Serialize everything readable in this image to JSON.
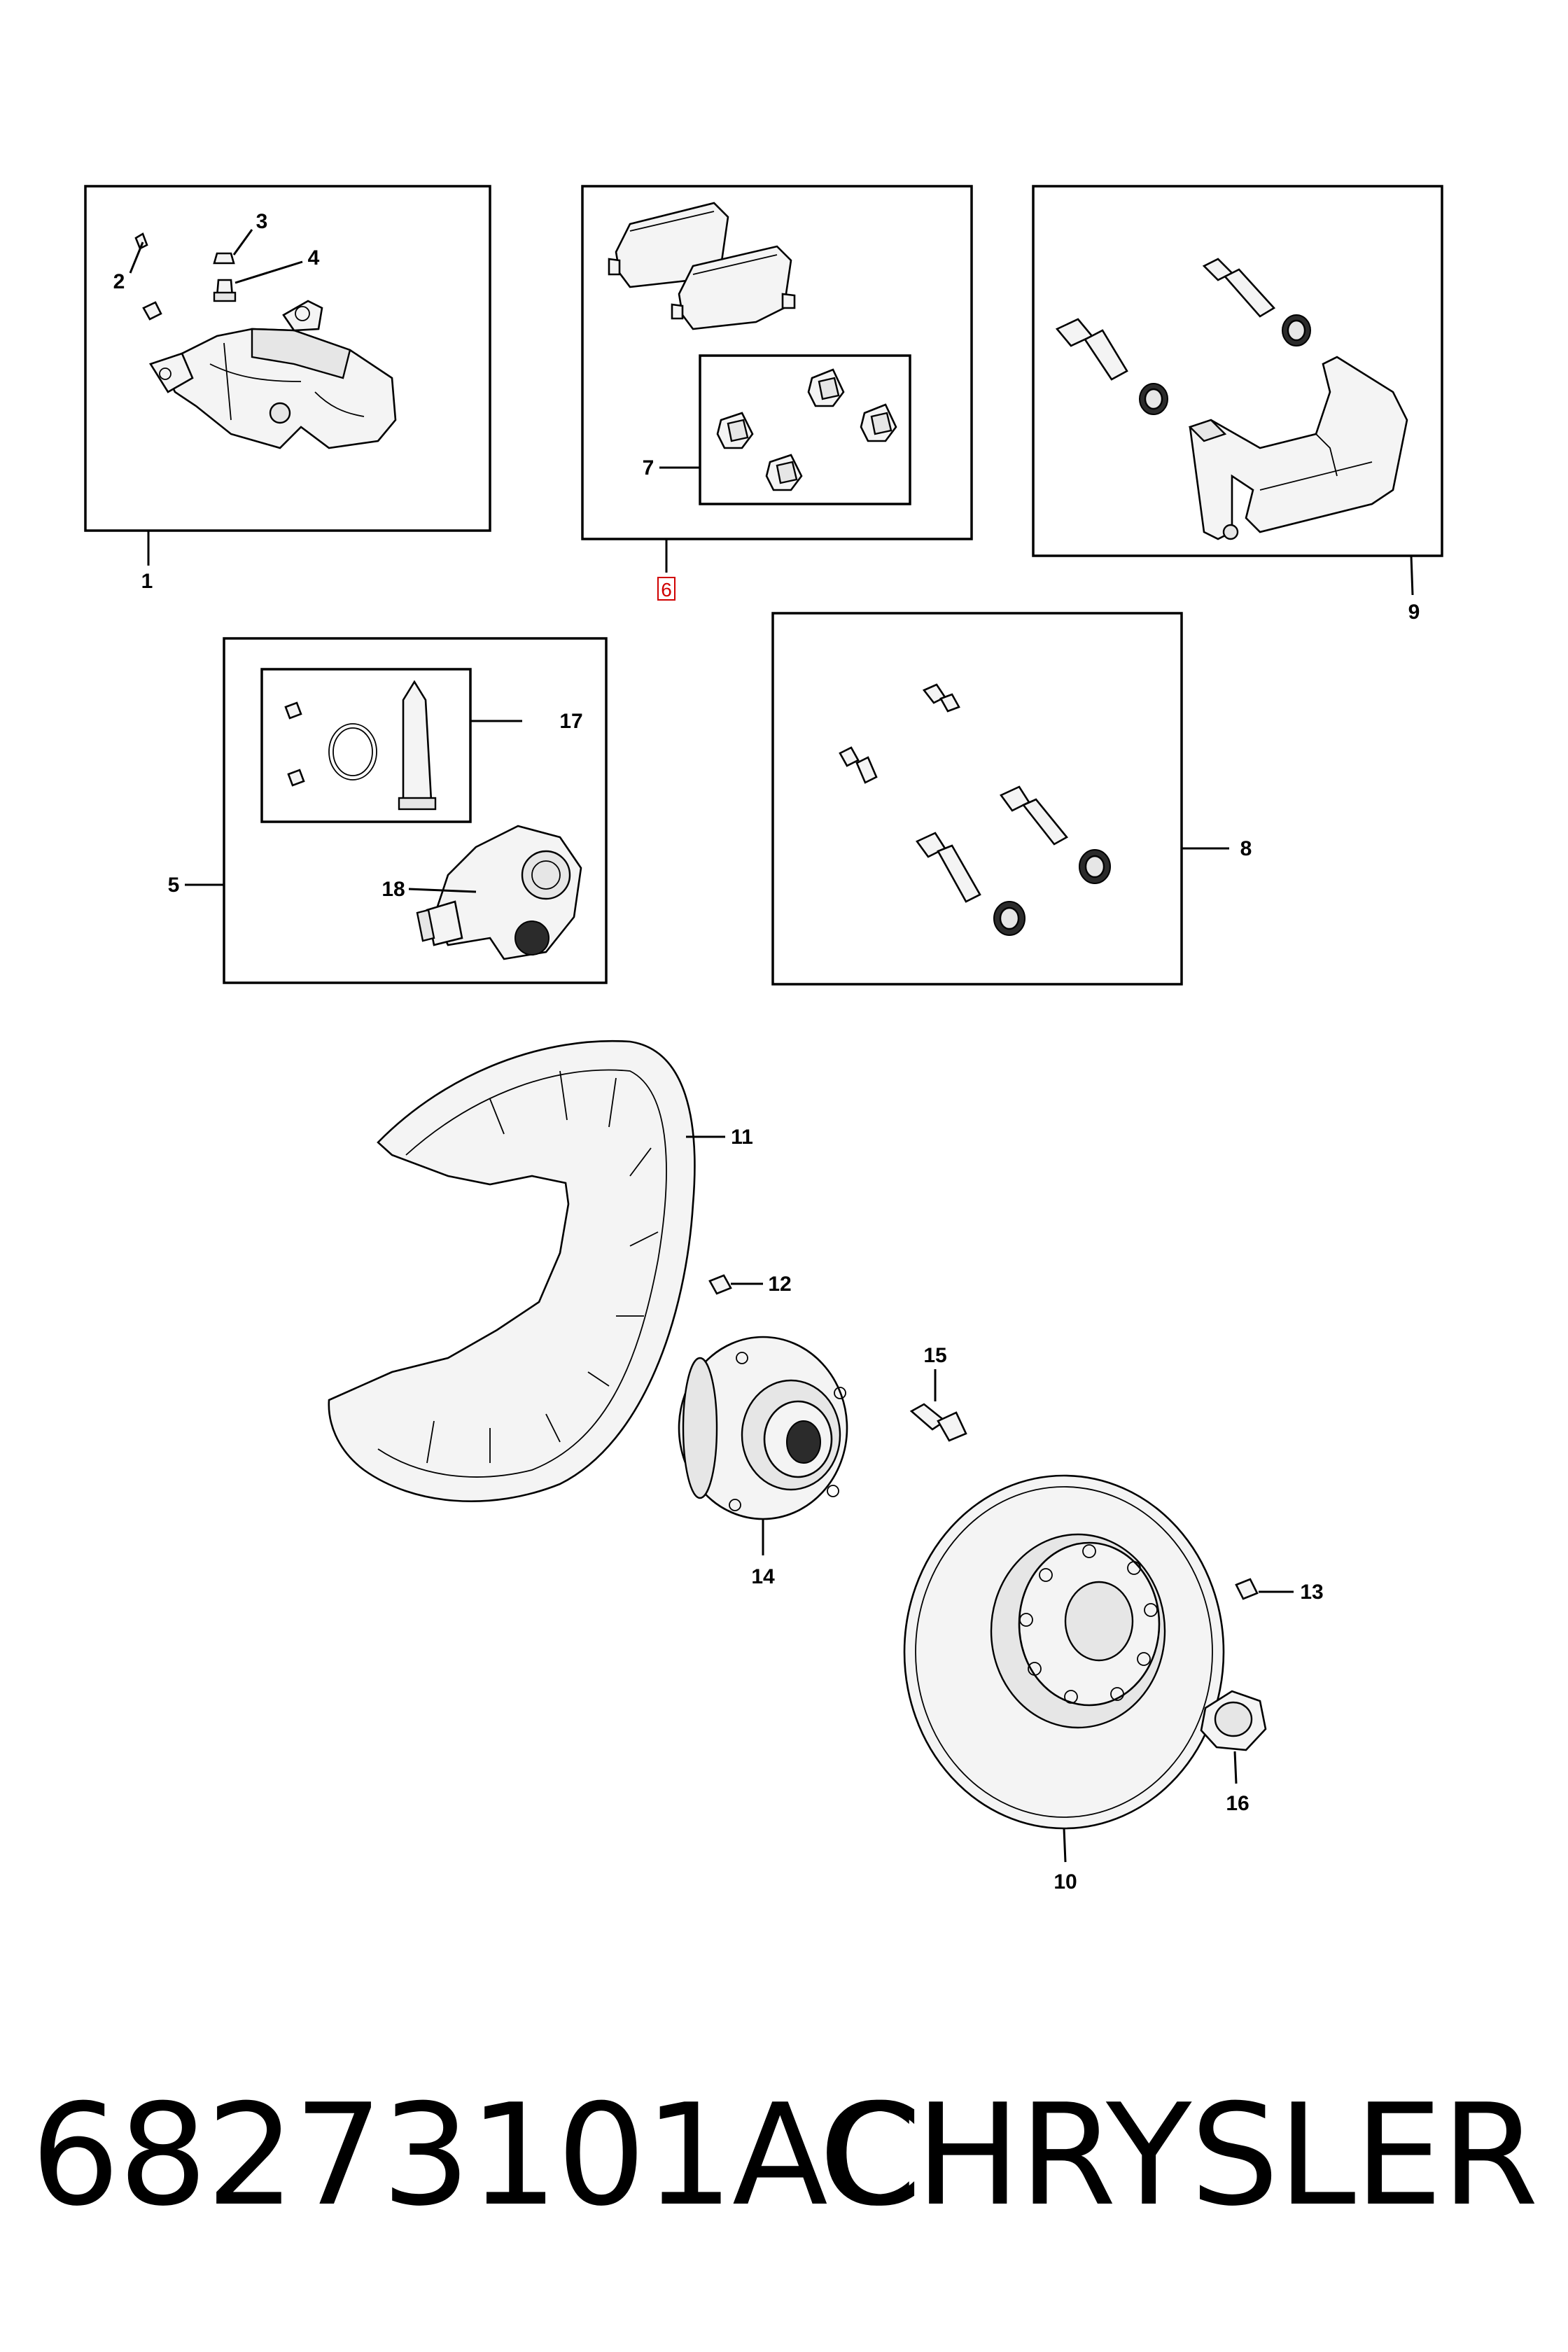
{
  "callouts": {
    "c1": "1",
    "c2": "2",
    "c3": "3",
    "c4": "4",
    "c5": "5",
    "c6": "6",
    "c7": "7",
    "c8": "8",
    "c9": "9",
    "c10": "10",
    "c11": "11",
    "c12": "12",
    "c13": "13",
    "c14": "14",
    "c15": "15",
    "c16": "16",
    "c17": "17",
    "c18": "18"
  },
  "highlighted_callout": "6",
  "highlight_color": "#d00000",
  "footer": {
    "part_number": "68273101AC",
    "brand": "CHRYSLER"
  }
}
